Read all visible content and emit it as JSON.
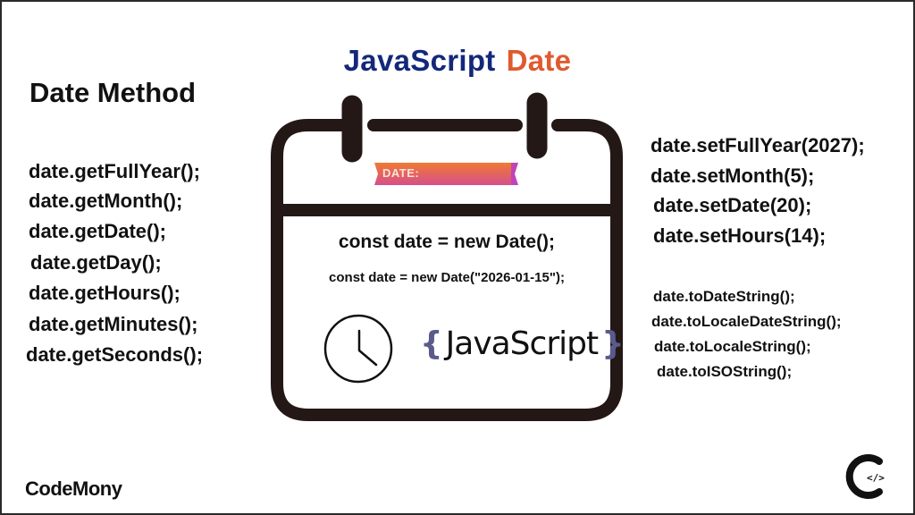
{
  "header": {
    "title_part1": "JavaScript",
    "title_part2": "Date",
    "colors": {
      "title_part1": "#14287a",
      "title_part2": "#e05a2e"
    }
  },
  "left_panel": {
    "heading": "Date Method",
    "getters": [
      "date.getFullYear();",
      "date.getMonth();",
      "date.getDate();",
      "date.getDay();",
      "date.getHours();",
      "date.getMinutes();",
      "date.getSeconds();"
    ]
  },
  "calendar": {
    "ribbon_label": "DATE:",
    "ribbon_colors": [
      "#f07a32",
      "#d9508a",
      "#c044b8"
    ],
    "line1": "const date = new Date();",
    "line2": "const date = new Date(\"2026-01-15\");",
    "clock_icon": "clock-icon",
    "logo": {
      "open_brace": "{",
      "text": "JavaScript",
      "close_brace": "}"
    }
  },
  "right_panel": {
    "setters": [
      "date.setFullYear(2027);",
      "date.setMonth(5);",
      "date.setDate(20);",
      "date.setHours(14);"
    ],
    "formatters": [
      "date.toDateString();",
      "date.toLocaleDateString();",
      "date.toLocaleString();",
      "date.toISOString();"
    ]
  },
  "footer": {
    "brand": "CodeMony",
    "corner_logo_icon": "codemony-c-code-icon"
  }
}
